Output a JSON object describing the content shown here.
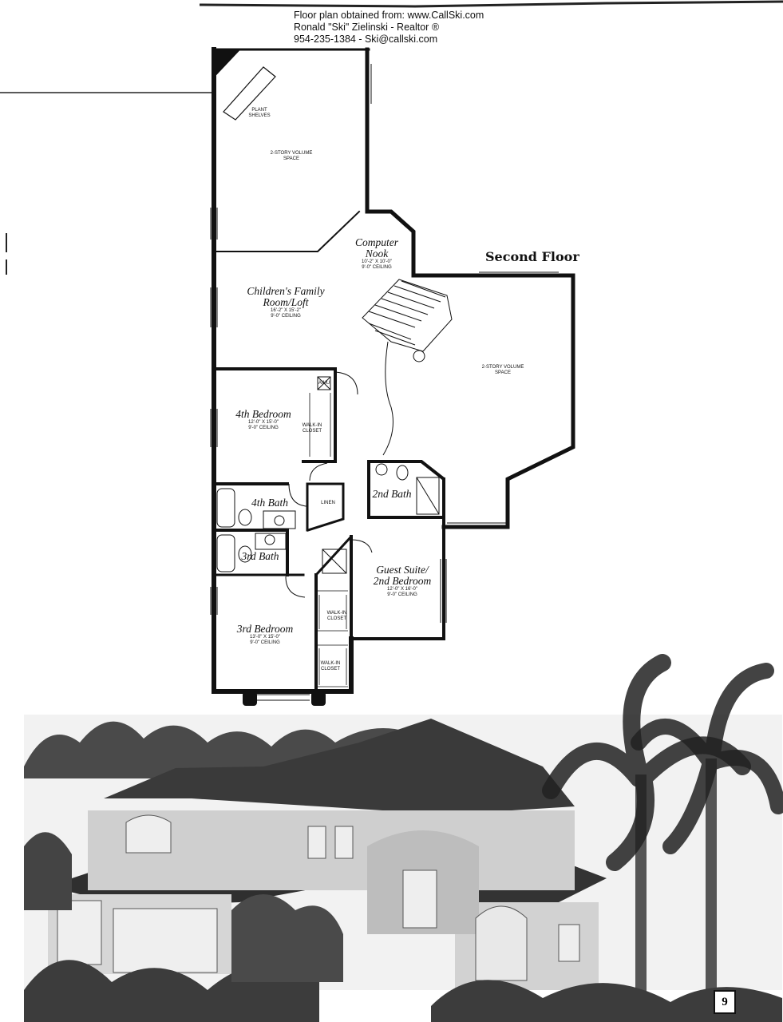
{
  "header": {
    "line1": "Floor plan obtained from: www.CallSki.com",
    "line2": "Ronald \"Ski\" Zielinski - Realtor ®",
    "line3": "954-235-1384 - Ski@callski.com"
  },
  "floor_title": "Second Floor",
  "rooms": {
    "plant_shelves": [
      "PLANT",
      "SHELVES"
    ],
    "volume_upper": [
      "2-STORY VOLUME",
      "SPACE"
    ],
    "volume_right": [
      "2-STORY VOLUME",
      "SPACE"
    ],
    "computer_nook": {
      "name": [
        "Computer",
        "Nook"
      ],
      "dims": [
        "10'-2\" X 10'-0\"",
        "9'-0\" CEILING"
      ]
    },
    "family_room": {
      "name": [
        "Children's Family",
        "Room/Loft"
      ],
      "dims": [
        "16'-2\" X 15'-2\"",
        "9'-0\" CEILING"
      ]
    },
    "ahu": "A/HU",
    "bedroom4": {
      "name": "4th Bedroom",
      "dims": [
        "12'-0\" X 15'-0\"",
        "9'-0\" CEILING"
      ]
    },
    "walkin_closet_4": [
      "WALK-IN",
      "CLOSET"
    ],
    "bath4": "4th Bath",
    "linen": "LINEN",
    "bath2": "2nd Bath",
    "bath3": "3rd Bath",
    "guest_suite": {
      "name": [
        "Guest Suite/",
        "2nd Bedroom"
      ],
      "dims": [
        "12'-0\" X 16'-0\"",
        "9'-0\" CEILING"
      ]
    },
    "walkin_closet_guest": [
      "WALK-IN",
      "CLOSET"
    ],
    "bedroom3": {
      "name": "3rd Bedroom",
      "dims": [
        "13'-0\" X 15'-0\"",
        "9'-0\" CEILING"
      ]
    },
    "walkin_closet_3": [
      "WALK-IN",
      "CLOSET"
    ]
  },
  "page_number": "9"
}
